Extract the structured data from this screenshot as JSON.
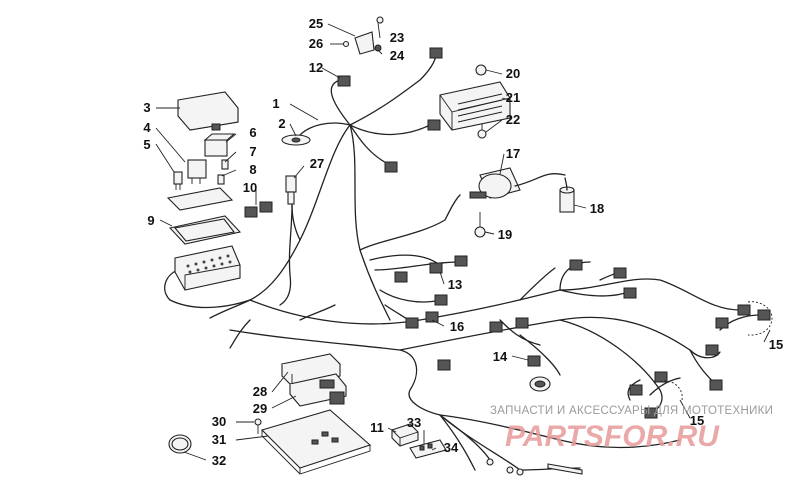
{
  "callouts": [
    {
      "id": "1",
      "text": "1"
    },
    {
      "id": "2",
      "text": "2"
    },
    {
      "id": "3",
      "text": "3"
    },
    {
      "id": "4",
      "text": "4"
    },
    {
      "id": "5",
      "text": "5"
    },
    {
      "id": "6",
      "text": "6"
    },
    {
      "id": "7",
      "text": "7"
    },
    {
      "id": "8",
      "text": "8"
    },
    {
      "id": "9",
      "text": "9"
    },
    {
      "id": "10",
      "text": "10"
    },
    {
      "id": "11",
      "text": "11"
    },
    {
      "id": "12",
      "text": "12"
    },
    {
      "id": "13",
      "text": "13"
    },
    {
      "id": "14",
      "text": "14"
    },
    {
      "id": "15a",
      "text": "15"
    },
    {
      "id": "15b",
      "text": "15"
    },
    {
      "id": "16",
      "text": "16"
    },
    {
      "id": "17",
      "text": "17"
    },
    {
      "id": "18",
      "text": "18"
    },
    {
      "id": "19",
      "text": "19"
    },
    {
      "id": "20",
      "text": "20"
    },
    {
      "id": "21",
      "text": "21"
    },
    {
      "id": "22",
      "text": "22"
    },
    {
      "id": "23",
      "text": "23"
    },
    {
      "id": "24",
      "text": "24"
    },
    {
      "id": "25",
      "text": "25"
    },
    {
      "id": "26",
      "text": "26"
    },
    {
      "id": "27",
      "text": "27"
    },
    {
      "id": "28",
      "text": "28"
    },
    {
      "id": "29",
      "text": "29"
    },
    {
      "id": "30",
      "text": "30"
    },
    {
      "id": "31",
      "text": "31"
    },
    {
      "id": "32",
      "text": "32"
    },
    {
      "id": "33",
      "text": "33"
    },
    {
      "id": "34",
      "text": "34"
    }
  ],
  "watermark": {
    "tagline": "ЗАПЧАСТИ И АКСЕССУАРЫ ДЛЯ МОТОТЕХНИКИ",
    "logo": "PARTSFOR.RU"
  }
}
